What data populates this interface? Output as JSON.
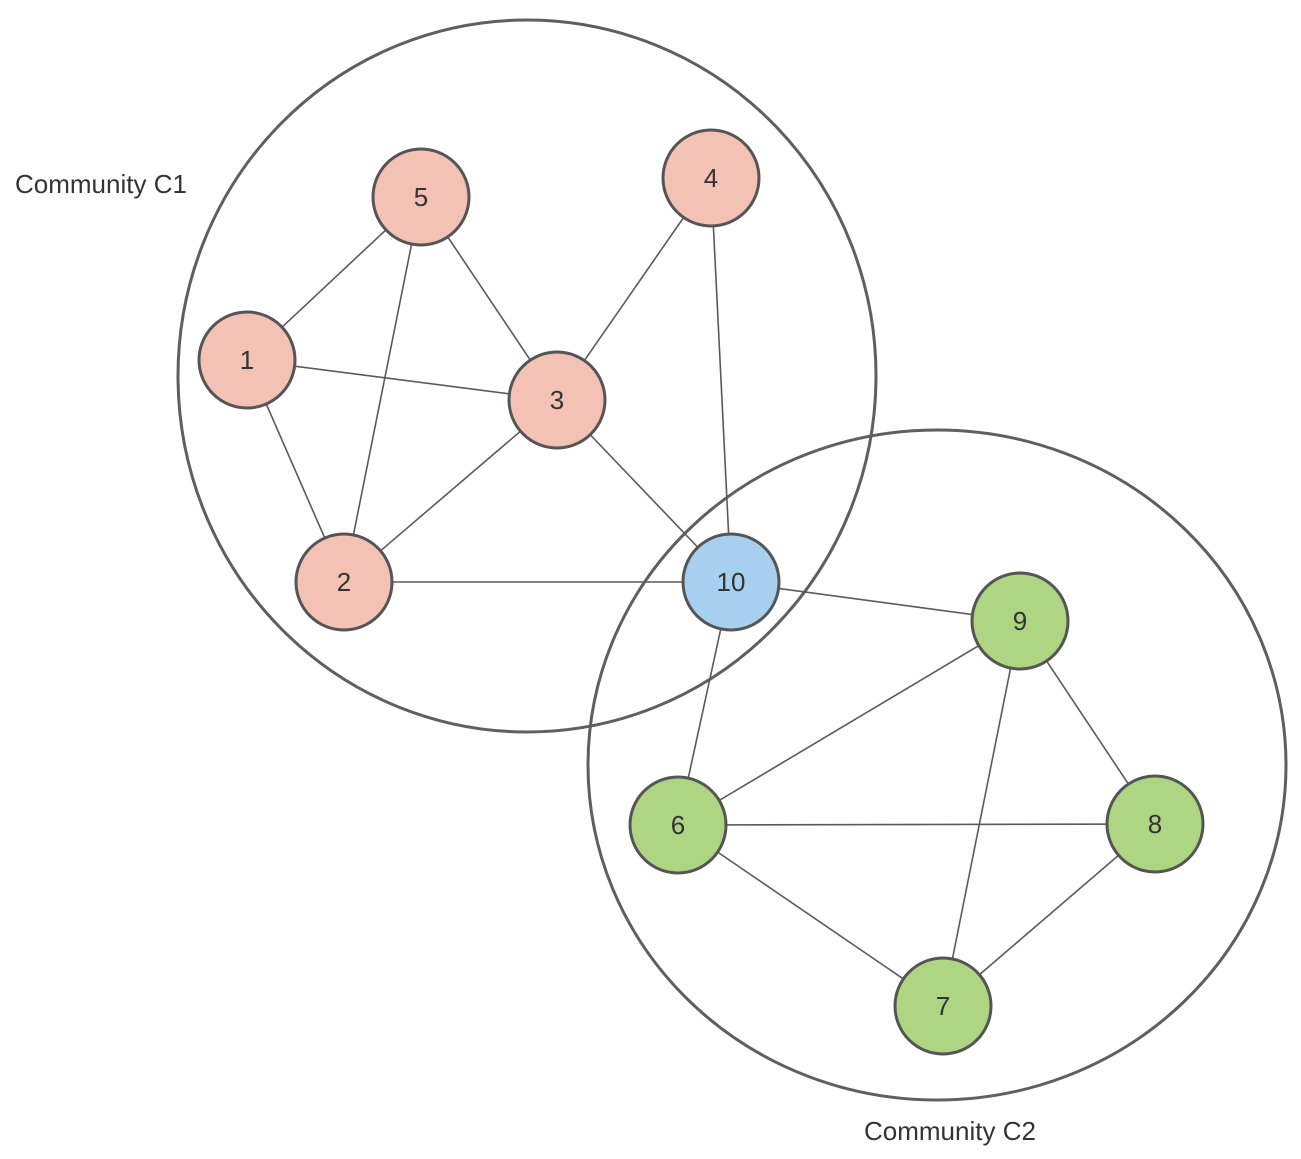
{
  "communities": [
    {
      "id": "C1",
      "label": "Community C1"
    },
    {
      "id": "C2",
      "label": "Community C2"
    }
  ],
  "colors": {
    "C1": "#f4c1b5",
    "C2": "#aed581",
    "overlap": "#a7d0ee"
  },
  "nodes": [
    {
      "id": "1",
      "label": "1",
      "group": "C1"
    },
    {
      "id": "2",
      "label": "2",
      "group": "C1"
    },
    {
      "id": "3",
      "label": "3",
      "group": "C1"
    },
    {
      "id": "4",
      "label": "4",
      "group": "C1"
    },
    {
      "id": "5",
      "label": "5",
      "group": "C1"
    },
    {
      "id": "6",
      "label": "6",
      "group": "C2"
    },
    {
      "id": "7",
      "label": "7",
      "group": "C2"
    },
    {
      "id": "8",
      "label": "8",
      "group": "C2"
    },
    {
      "id": "9",
      "label": "9",
      "group": "C2"
    },
    {
      "id": "10",
      "label": "10",
      "group": "overlap"
    }
  ],
  "edges": [
    [
      "5",
      "1"
    ],
    [
      "5",
      "2"
    ],
    [
      "5",
      "3"
    ],
    [
      "1",
      "3"
    ],
    [
      "1",
      "2"
    ],
    [
      "4",
      "3"
    ],
    [
      "4",
      "10"
    ],
    [
      "3",
      "2"
    ],
    [
      "3",
      "10"
    ],
    [
      "2",
      "10"
    ],
    [
      "10",
      "9"
    ],
    [
      "10",
      "6"
    ],
    [
      "9",
      "6"
    ],
    [
      "9",
      "8"
    ],
    [
      "9",
      "7"
    ],
    [
      "6",
      "8"
    ],
    [
      "6",
      "7"
    ],
    [
      "8",
      "7"
    ]
  ]
}
